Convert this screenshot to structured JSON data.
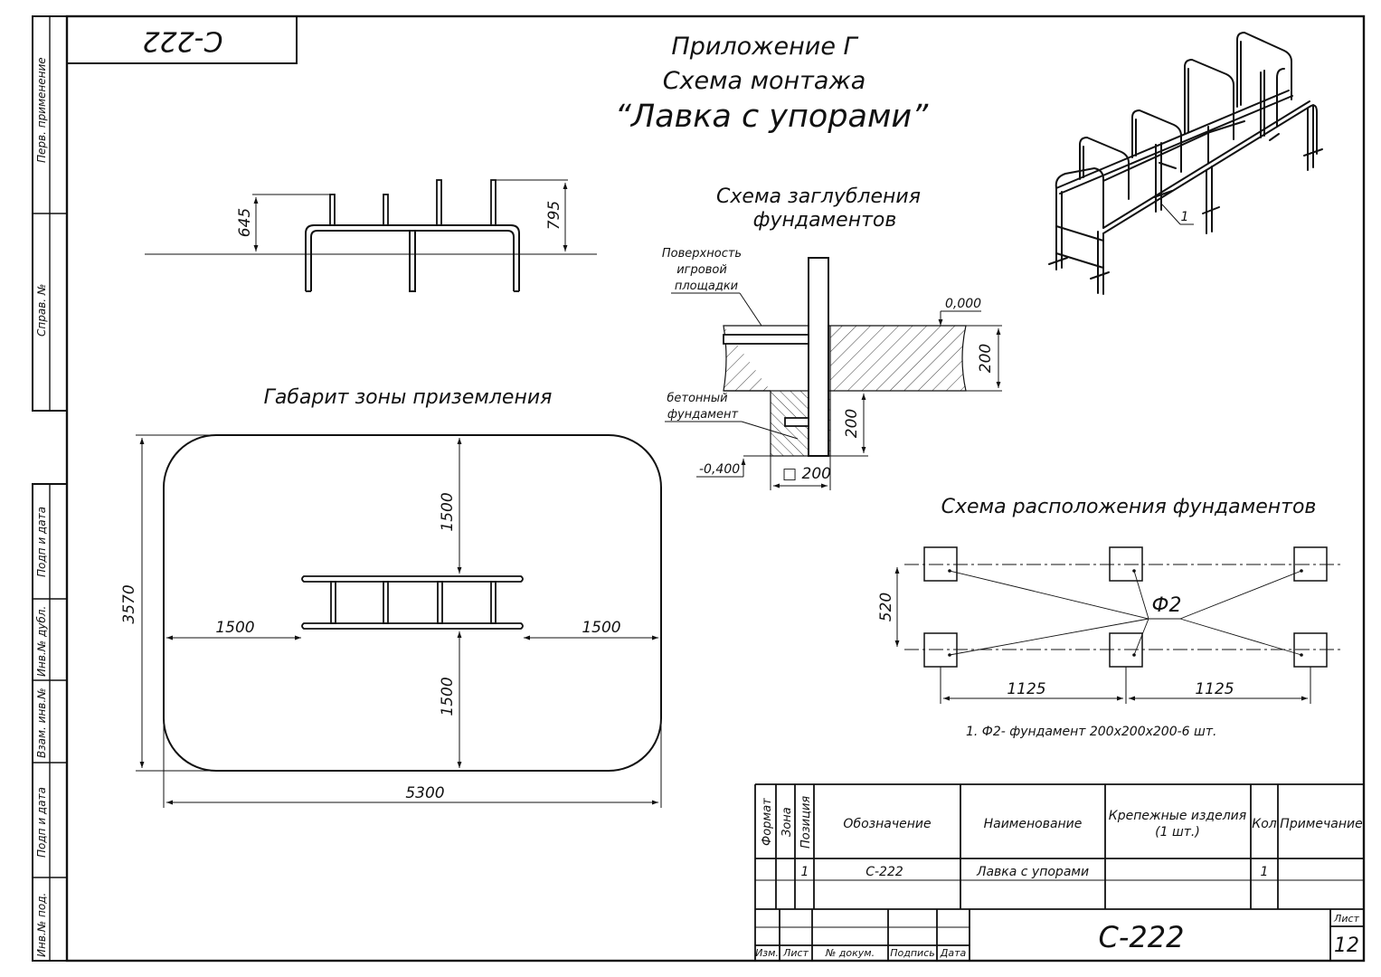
{
  "stamp": {
    "code_rotated": "С-222"
  },
  "header": {
    "appendix": "Приложение Г",
    "subtitle": "Схема монтажа",
    "title": "“Лавка с упорами”"
  },
  "side_strip": {
    "perv_primenenie": "Перв. применение",
    "sprav_no": "Справ. №",
    "podp_data_1": "Подп и дата",
    "inv_dubl": "Инв.№ дубл.",
    "vzam_inv": "Взам. инв.№",
    "podp_data_2": "Подп и дата",
    "inv_podl": "Инв.№ под."
  },
  "elevation": {
    "dim_645": "645",
    "dim_795": "795"
  },
  "foundation_depth": {
    "title_line1": "Схема заглубления",
    "title_line2": "фундаментов",
    "surface_l1": "Поверхность",
    "surface_l2": "игровой",
    "surface_l3": "площадки",
    "level_top": "0,000",
    "dim_200_top": "200",
    "concrete_l1": "бетонный",
    "concrete_l2": "фундамент",
    "dim_200_mid": "200",
    "level_bottom": "-0,400",
    "dim_200_square": "□ 200"
  },
  "landing_zone": {
    "title": "Габарит зоны приземления",
    "dim_top": "1500",
    "dim_bottom": "1500",
    "dim_left": "1500",
    "dim_right": "1500",
    "dim_height": "3570",
    "dim_width": "5300"
  },
  "foundation_layout": {
    "title": "Схема расположения фундаментов",
    "label_f2": "Ф2",
    "dim_520": "520",
    "dim_1125_left": "1125",
    "dim_1125_right": "1125",
    "note": "1. Ф2- фундамент 200х200х200-6 шт."
  },
  "iso_view": {
    "callout": "1"
  },
  "spec_table": {
    "headers": {
      "format": "Формат",
      "zone": "Зона",
      "position": "Позиция",
      "designation": "Обозначение",
      "name": "Наименование",
      "fasteners_l1": "Крепежные изделия",
      "fasteners_l2": "(1 шт.)",
      "qty": "Кол",
      "note": "Примечание"
    },
    "row": {
      "position": "1",
      "designation": "С-222",
      "name": "Лавка с упорами",
      "qty": "1"
    }
  },
  "title_block": {
    "izm": "Изм.",
    "list": "Лист",
    "doc_no": "№ докум.",
    "signature": "Подпись",
    "date": "Дата",
    "code": "С-222",
    "sheet_label": "Лист",
    "sheet_no": "12"
  }
}
